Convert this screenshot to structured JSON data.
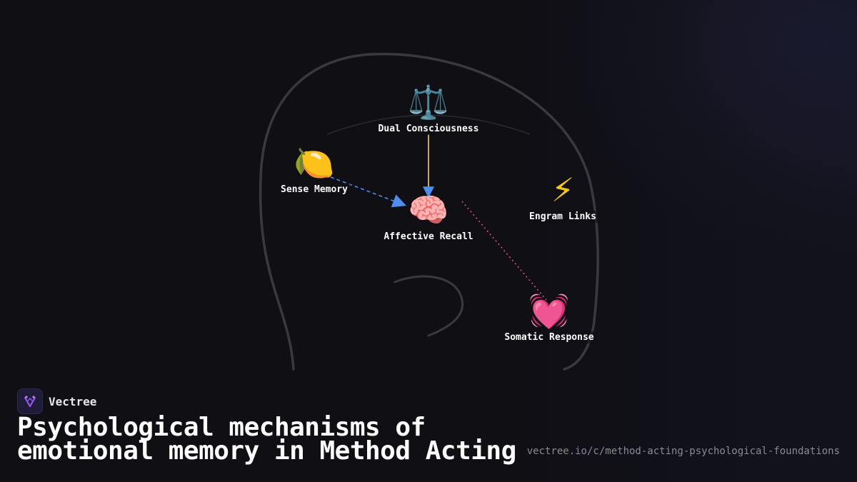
{
  "diagram": {
    "nodes": [
      {
        "id": "dual",
        "icon": "scales-icon",
        "glyph": "⚖️",
        "label": "Dual Consciousness"
      },
      {
        "id": "sense",
        "icon": "lemon-icon",
        "glyph": "🍋",
        "label": "Sense Memory"
      },
      {
        "id": "affective",
        "icon": "brain-icon",
        "glyph": "🧠",
        "label": "Affective Recall"
      },
      {
        "id": "engram",
        "icon": "lightning-icon",
        "glyph": "⚡",
        "label": "Engram Links"
      },
      {
        "id": "somatic",
        "icon": "beating-heart-icon",
        "glyph": "💓",
        "label": "Somatic Response"
      }
    ],
    "edges": [
      {
        "from": "dual",
        "to": "affective",
        "style": "solid",
        "color": "#f5d75a",
        "arrow": true
      },
      {
        "from": "sense",
        "to": "affective",
        "style": "dashed",
        "color": "#4f8ef0",
        "arrow": true
      },
      {
        "from": "affective",
        "to": "somatic",
        "style": "dotted",
        "color": "#e0507a",
        "arrow": false
      }
    ]
  },
  "brand": {
    "name": "Vectree",
    "logo_color": "#a855f7"
  },
  "title": "Psychological mechanisms of emotional memory in Method Acting",
  "url": "vectree.io/c/method-acting-psychological-foundations",
  "colors": {
    "background": "#0f0f14",
    "head_outline": "#3a3a3e"
  }
}
